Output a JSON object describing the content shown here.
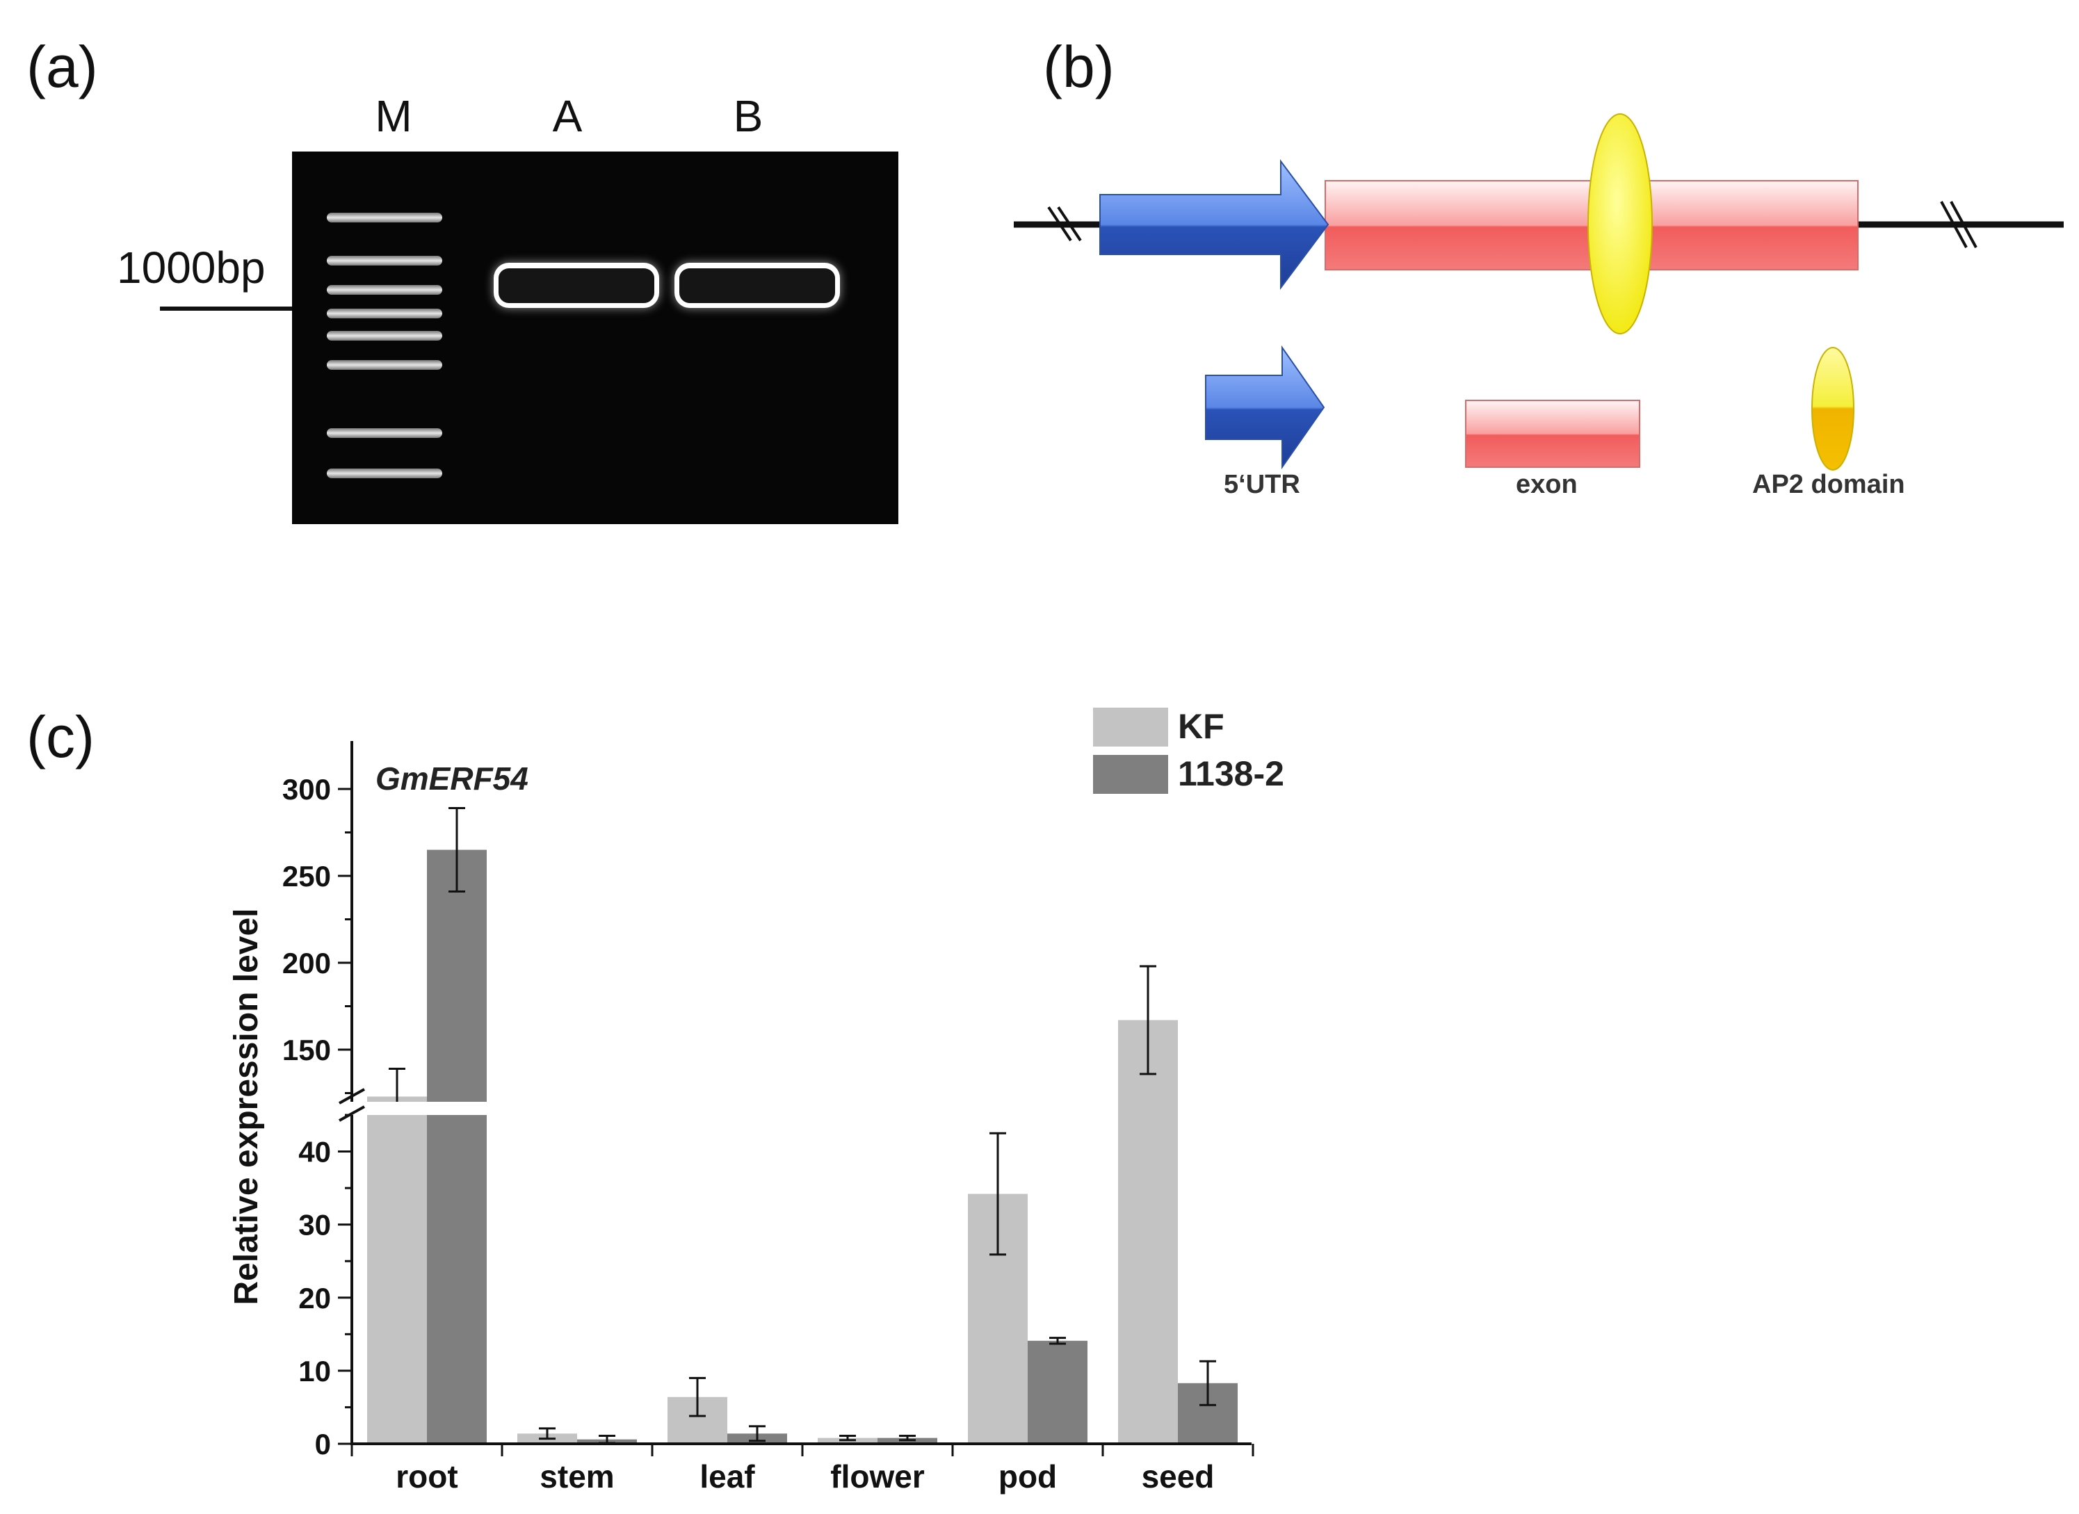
{
  "panels": {
    "a": "(a)",
    "b": "(b)",
    "c": "(c)"
  },
  "gel": {
    "lanes": [
      "M",
      "A",
      "B"
    ],
    "marker_label": "1000bp"
  },
  "gene_structure": {
    "legend": {
      "utr": "5‘UTR",
      "exon": "exon",
      "domain": "AP2 domain"
    },
    "colors": {
      "utr": "#2f5fc9",
      "exon": "#f36b6b",
      "domain": "#f5f03a"
    }
  },
  "chart_data": {
    "type": "bar",
    "title": "GmERF54",
    "ylabel": "Relative expression level",
    "xlabel": "",
    "categories": [
      "root",
      "stem",
      "leaf",
      "flower",
      "pod",
      "seed"
    ],
    "series": [
      {
        "name": "KF",
        "color": "#c3c3c3",
        "values": [
          123,
          1.4,
          6.4,
          0.8,
          34.2,
          167
        ],
        "errors": [
          16,
          0.7,
          2.6,
          0.3,
          8.3,
          31
        ]
      },
      {
        "name": "1138-2",
        "color": "#7f7f7f",
        "values": [
          265,
          0.6,
          1.4,
          0.8,
          14.1,
          8.3
        ],
        "errors": [
          24,
          0.5,
          1.0,
          0.3,
          0.4,
          3.0
        ]
      }
    ],
    "y_break": {
      "lower_range": [
        0,
        45
      ],
      "upper_range": [
        120,
        310
      ]
    },
    "yticks_lower": [
      0,
      10,
      20,
      30,
      40
    ],
    "yticks_upper": [
      150,
      200,
      250,
      300
    ],
    "legend_position": "top-right"
  }
}
